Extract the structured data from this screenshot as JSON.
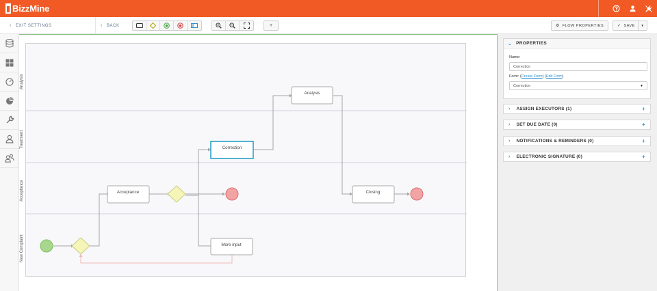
{
  "app": {
    "brand": "BizzMine"
  },
  "toolbar": {
    "exit_settings": "EXIT SETTINGS",
    "back": "BACK",
    "flow_properties": "FLOW PROPERTIES",
    "save": "SAVE",
    "shape_tools": [
      "task-tool",
      "gateway-tool",
      "start-event-tool",
      "end-event-tool",
      "lane-tool"
    ],
    "zoom_tools": [
      "zoom-in",
      "zoom-out",
      "fit-to-screen"
    ],
    "plus_tool": "+"
  },
  "sidebar": {
    "items": [
      "database-icon",
      "grid-icon",
      "dashboard-icon",
      "pie-chart-icon",
      "wrench-icon",
      "user-icon",
      "users-icon"
    ]
  },
  "diagram": {
    "lanes": [
      "Analysis",
      "Treatment",
      "Acceptance",
      "New Complaint"
    ],
    "tasks": {
      "analysis": "Analysis",
      "correction": "Correction",
      "acceptance": "Acceptance",
      "closing": "Closing",
      "more_input": "More input"
    },
    "colors": {
      "start": "#a9d68e",
      "end": "#f2a4a4",
      "gateway": "#f5f5b8",
      "selected": "#2aa0c8",
      "connector": "#a5a5a5",
      "loop": "#f0b7b7"
    }
  },
  "properties": {
    "title": "PROPERTIES",
    "name_label": "Name:",
    "name_value": "Correction",
    "form_label": "Form:",
    "create_form": "Create Form",
    "edit_form": "Edit Form",
    "form_value": "Correction"
  },
  "sections": [
    {
      "label": "ASSIGN EXECUTORS (1)"
    },
    {
      "label": "SET DUE DATE (0)"
    },
    {
      "label": "NOTIFICATIONS & REMINDERS (0)"
    },
    {
      "label": "ELECTRONIC SIGNATURE (0)"
    }
  ]
}
